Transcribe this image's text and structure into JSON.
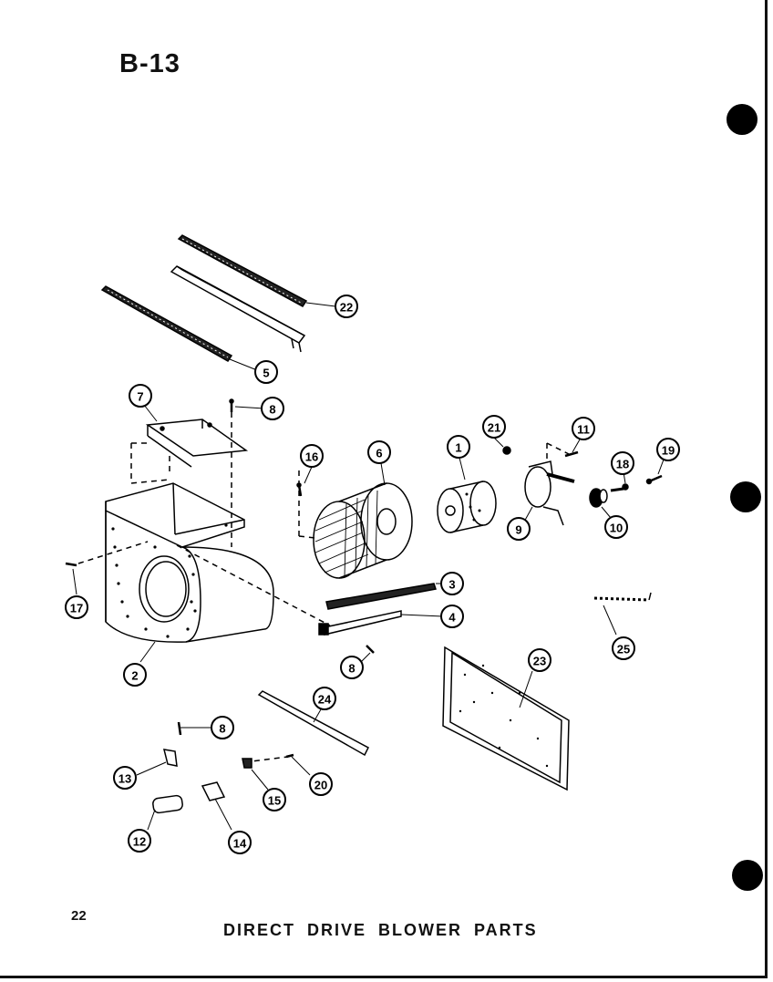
{
  "page_code": "B-13",
  "page_number": "22",
  "caption": "DIRECT DRIVE BLOWER PARTS",
  "parts": [
    {
      "id": "p1",
      "label": "1"
    },
    {
      "id": "p2",
      "label": "2"
    },
    {
      "id": "p3",
      "label": "3"
    },
    {
      "id": "p4",
      "label": "4"
    },
    {
      "id": "p5",
      "label": "5"
    },
    {
      "id": "p6",
      "label": "6"
    },
    {
      "id": "p7",
      "label": "7"
    },
    {
      "id": "p8a",
      "label": "8"
    },
    {
      "id": "p8b",
      "label": "8"
    },
    {
      "id": "p8c",
      "label": "8"
    },
    {
      "id": "p9",
      "label": "9"
    },
    {
      "id": "p10",
      "label": "10"
    },
    {
      "id": "p11",
      "label": "11"
    },
    {
      "id": "p12",
      "label": "12"
    },
    {
      "id": "p13",
      "label": "13"
    },
    {
      "id": "p14",
      "label": "14"
    },
    {
      "id": "p15",
      "label": "15"
    },
    {
      "id": "p16",
      "label": "16"
    },
    {
      "id": "p17",
      "label": "17"
    },
    {
      "id": "p18",
      "label": "18"
    },
    {
      "id": "p19",
      "label": "19"
    },
    {
      "id": "p20",
      "label": "20"
    },
    {
      "id": "p21",
      "label": "21"
    },
    {
      "id": "p22",
      "label": "22"
    },
    {
      "id": "p23",
      "label": "23"
    },
    {
      "id": "p24",
      "label": "24"
    },
    {
      "id": "p25",
      "label": "25"
    }
  ]
}
